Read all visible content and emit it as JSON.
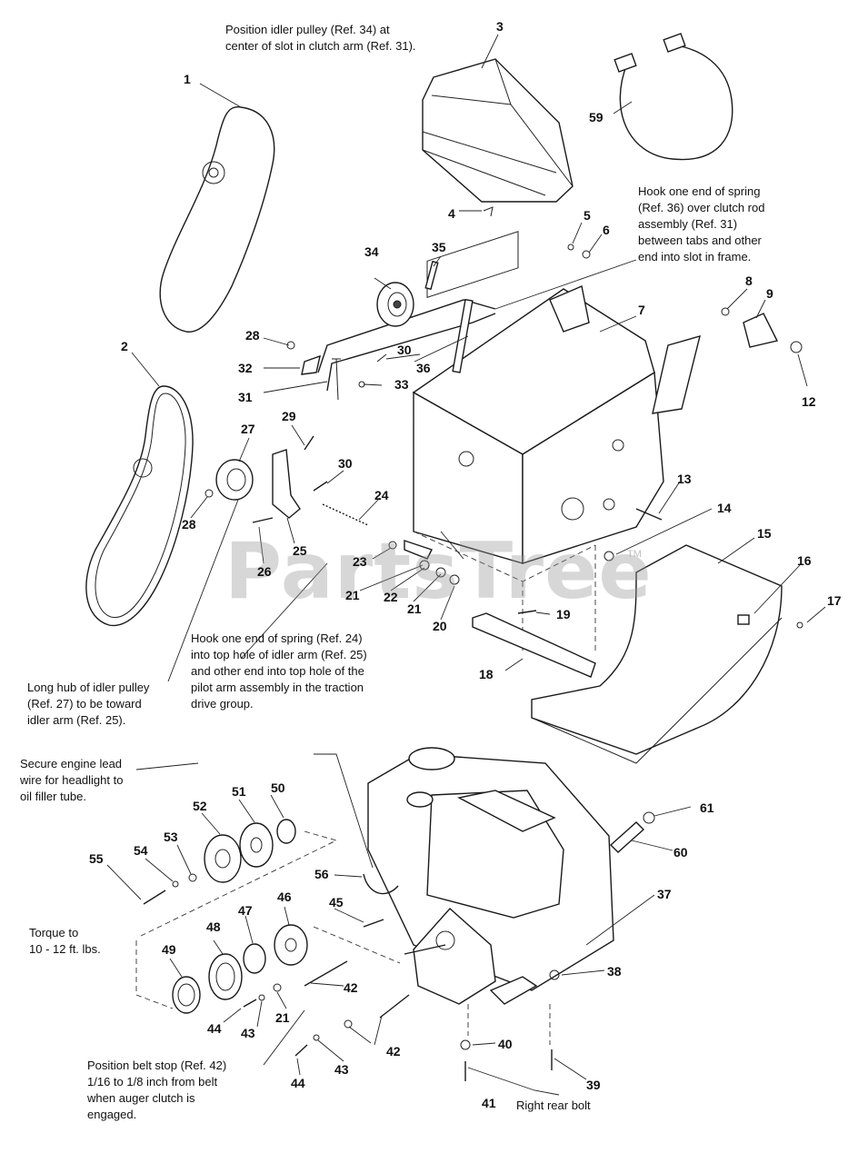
{
  "watermark": {
    "text": "PartsTree",
    "trademark": "TM"
  },
  "notes": {
    "idler_pulley_34": "Position idler pulley (Ref. 34) at\ncenter of slot in clutch arm (Ref. 31).",
    "spring_36": "Hook one end of spring\n(Ref. 36) over clutch rod\nassembly (Ref. 31)\nbetween tabs and other\nend into slot in frame.",
    "spring_24": "Hook one end of spring (Ref. 24)\ninto top hole of idler arm (Ref. 25)\nand other end into top hole of the\npilot arm assembly in the traction\ndrive group.",
    "long_hub_27": "Long hub of idler pulley\n(Ref. 27) to be toward\nidler arm (Ref. 25).",
    "engine_lead": "Secure engine lead\nwire for headlight to\noil filler tube.",
    "torque": "Torque to\n10 - 12 ft. lbs.",
    "belt_stop_42": "Position belt stop (Ref. 42)\n1/16 to 1/8 inch from belt\nwhen auger clutch is\nengaged.",
    "right_rear_bolt": "Right rear bolt"
  },
  "callouts": [
    "1",
    "2",
    "3",
    "4",
    "5",
    "6",
    "7",
    "8",
    "9",
    "12",
    "13",
    "14",
    "15",
    "16",
    "17",
    "18",
    "19",
    "20",
    "21",
    "21",
    "21",
    "22",
    "23",
    "24",
    "25",
    "26",
    "27",
    "28",
    "28",
    "29",
    "30",
    "30",
    "31",
    "32",
    "33",
    "34",
    "35",
    "36",
    "37",
    "38",
    "39",
    "40",
    "41",
    "42",
    "42",
    "43",
    "43",
    "44",
    "44",
    "45",
    "46",
    "47",
    "48",
    "49",
    "50",
    "51",
    "52",
    "53",
    "54",
    "55",
    "56",
    "59",
    "60",
    "61"
  ]
}
